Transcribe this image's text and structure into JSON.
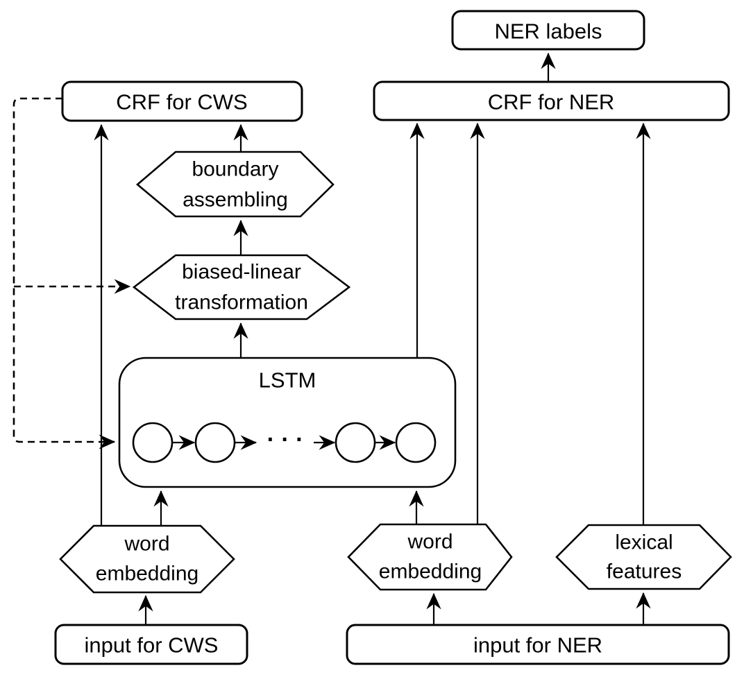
{
  "figure": {
    "background_color": "#ffffff",
    "stroke_color": "#000000",
    "nodes": {
      "ner_labels": {
        "label": "NER labels",
        "shape": "rounded-rect"
      },
      "crf_cws": {
        "label": "CRF for CWS",
        "shape": "rounded-rect"
      },
      "crf_ner": {
        "label": "CRF for NER",
        "shape": "rounded-rect"
      },
      "boundary_assembling": {
        "label": "boundary assembling",
        "line1": "boundary",
        "line2": "assembling",
        "shape": "hexagon"
      },
      "biased_linear": {
        "label": "biased-linear transformation",
        "line1": "biased-linear",
        "line2": "transformation",
        "shape": "hexagon"
      },
      "lstm": {
        "label": "LSTM",
        "shape": "rounded-rect",
        "cell_count": 4,
        "ellipsis": "· · ·"
      },
      "word_embedding_cws": {
        "label": "word embedding",
        "line1": "word",
        "line2": "embedding",
        "shape": "hexagon"
      },
      "word_embedding_ner": {
        "label": "word embedding",
        "line1": "word",
        "line2": "embedding",
        "shape": "hexagon"
      },
      "lexical_features": {
        "label": "lexical features",
        "line1": "lexical",
        "line2": "features",
        "shape": "hexagon"
      },
      "input_cws": {
        "label": "input for CWS",
        "shape": "rounded-rect"
      },
      "input_ner": {
        "label": "input for NER",
        "shape": "rounded-rect"
      }
    },
    "edges_solid": [
      {
        "from": "word embedding (CWS)",
        "to": "CRF for CWS"
      },
      {
        "from": "boundary assembling",
        "to": "CRF for CWS"
      },
      {
        "from": "biased-linear transformation",
        "to": "boundary assembling"
      },
      {
        "from": "LSTM",
        "to": "biased-linear transformation"
      },
      {
        "from": "word embedding (CWS)",
        "to": "LSTM"
      },
      {
        "from": "input for CWS",
        "to": "word embedding (CWS)"
      },
      {
        "from": "LSTM",
        "to": "CRF for NER"
      },
      {
        "from": "word embedding (NER)",
        "to": "LSTM"
      },
      {
        "from": "word embedding (NER)",
        "to": "CRF for NER"
      },
      {
        "from": "lexical features",
        "to": "CRF for NER"
      },
      {
        "from": "input for NER",
        "to": "word embedding (NER)"
      },
      {
        "from": "input for NER",
        "to": "lexical features"
      },
      {
        "from": "CRF for NER",
        "to": "NER labels"
      }
    ],
    "edges_dashed": [
      {
        "from": "CRF for CWS",
        "to": "biased-linear transformation"
      },
      {
        "from": "CRF for CWS",
        "to": "LSTM"
      }
    ]
  }
}
